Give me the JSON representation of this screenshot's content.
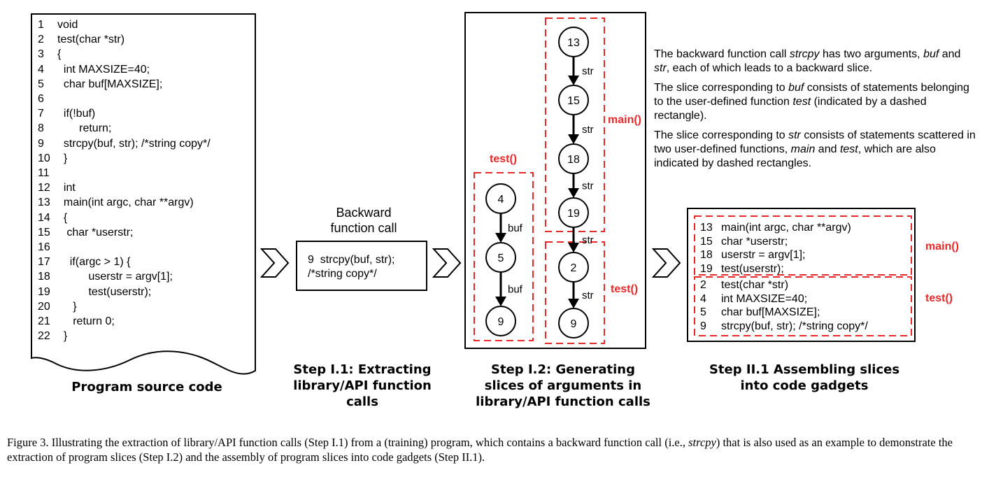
{
  "code": {
    "lines": [
      {
        "n": "1",
        "t": "void"
      },
      {
        "n": "2",
        "t": "test(char *str)"
      },
      {
        "n": "3",
        "t": "{"
      },
      {
        "n": "4",
        "t": "  int MAXSIZE=40;"
      },
      {
        "n": "5",
        "t": "  char buf[MAXSIZE];"
      },
      {
        "n": "6",
        "t": ""
      },
      {
        "n": "7",
        "t": "  if(!buf)"
      },
      {
        "n": "8",
        "t": "       return;"
      },
      {
        "n": "9",
        "t": "  strcpy(buf, str); /*string copy*/"
      },
      {
        "n": "10",
        "t": "  }"
      },
      {
        "n": "11",
        "t": ""
      },
      {
        "n": "12",
        "t": "  int"
      },
      {
        "n": "13",
        "t": "  main(int argc, char **argv)"
      },
      {
        "n": "14",
        "t": "  {"
      },
      {
        "n": "15",
        "t": "   char *userstr;"
      },
      {
        "n": "16",
        "t": ""
      },
      {
        "n": "17",
        "t": "    if(argc > 1) {"
      },
      {
        "n": "18",
        "t": "          userstr = argv[1];"
      },
      {
        "n": "19",
        "t": "          test(userstr);"
      },
      {
        "n": "20",
        "t": "     }"
      },
      {
        "n": "21",
        "t": "     return 0;"
      },
      {
        "n": "22",
        "t": "  }"
      }
    ],
    "label": "Program source code"
  },
  "step11": {
    "heading_line1": "Backward",
    "heading_line2": "function call",
    "box_line1": "9  strcpy(buf, str);",
    "box_line2": "/*string copy*/",
    "label_line1": "Step I.1: Extracting",
    "label_line2": "library/API function",
    "label_line3": "calls"
  },
  "step12": {
    "test_label": "test()",
    "main_label": "main()",
    "test_label_right": "test()",
    "nodes_left": [
      "4",
      "5",
      "9"
    ],
    "edges_left": [
      "buf",
      "buf"
    ],
    "nodes_right": [
      "13",
      "15",
      "18",
      "19",
      "2",
      "9"
    ],
    "edges_right": [
      "str",
      "str",
      "str",
      "str",
      "str"
    ],
    "label_line1": "Step I.2: Generating",
    "label_line2": "slices of  arguments in",
    "label_line3": "library/API function calls"
  },
  "explain": {
    "p1_a": "The backward function call ",
    "p1_em1": "strcpy",
    "p1_b": " has two arguments, ",
    "p1_em2": "buf",
    "p1_c": " and ",
    "p1_em3": "str",
    "p1_d": ", each of which leads to a backward slice.",
    "p2_a": "The slice corresponding to ",
    "p2_em1": "buf",
    "p2_b": " consists of statements belonging to the user-defined function ",
    "p2_em2": "test",
    "p2_c": " (indicated by a dashed rectangle).",
    "p3_a": "The slice corresponding to ",
    "p3_em1": "str",
    "p3_b": " consists of statements scattered in two user-defined functions, ",
    "p3_em2": "main",
    "p3_c": " and ",
    "p3_em3": "test",
    "p3_d": ", which are also indicated by dashed rectangles."
  },
  "step21": {
    "main_lines": [
      {
        "n": "13",
        "t": "main(int argc, char **argv)"
      },
      {
        "n": "15",
        "t": "char *userstr;"
      },
      {
        "n": "18",
        "t": "userstr = argv[1];"
      },
      {
        "n": "19",
        "t": "test(userstr);"
      }
    ],
    "test_lines": [
      {
        "n": "2",
        "t": "test(char *str)"
      },
      {
        "n": "4",
        "t": "int MAXSIZE=40;"
      },
      {
        "n": "5",
        "t": "char buf[MAXSIZE];"
      },
      {
        "n": "9",
        "t": "strcpy(buf, str); /*string copy*/"
      }
    ],
    "main_label": "main()",
    "test_label": "test()",
    "label_line1": "Step II.1 Assembling slices",
    "label_line2": "into code gadgets"
  },
  "caption": {
    "a": "Figure 3.    Illustrating the extraction of library/API function calls (Step I.1) from a (training) program, which contains a backward function call (i.e., ",
    "em": "strcpy",
    "b": ") that is also used as an example to demonstrate the extraction of program slices (Step I.2) and the assembly of program slices into code gadgets (Step II.1)."
  },
  "colors": {
    "accent_red": "#e8292a",
    "line": "#000000"
  }
}
